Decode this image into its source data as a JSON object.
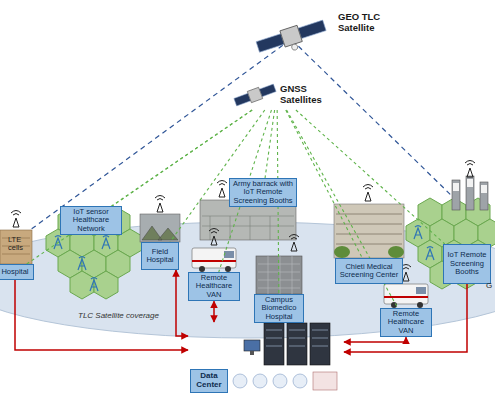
{
  "diagram": {
    "nodes": [
      {
        "text": [
          "GEO TLC Satellite"
        ]
      },
      {
        "text": [
          "GNSS Satellites"
        ]
      },
      {
        "text": [
          "Hospital"
        ]
      },
      {
        "text": [
          "IoT sensor Healthcare Network"
        ]
      },
      {
        "text": [
          "Field Hospital"
        ]
      },
      {
        "text": [
          "Army barrack with IoT Remote Screening Booths"
        ]
      },
      {
        "text": [
          "Campus Biomedico Hospital"
        ]
      },
      {
        "text": [
          "Remote Healthcare VAN"
        ]
      },
      {
        "text": [
          "Chieti Medical Screening Center"
        ]
      },
      {
        "text": [
          "IoT Remote Screening Booths"
        ]
      },
      {
        "text": [
          "Remote Healthcare VAN"
        ]
      },
      {
        "text": [
          "Data Center"
        ]
      }
    ],
    "edges": [
      {
        "from": 1,
        "to": 2,
        "arrow": "none"
      },
      {
        "from": 1,
        "to": 3,
        "arrow": "none"
      },
      {
        "from": 1,
        "to": 4,
        "arrow": "none"
      },
      {
        "from": 1,
        "to": 5,
        "arrow": "none"
      },
      {
        "from": 1,
        "to": 6,
        "arrow": "none"
      },
      {
        "from": 1,
        "to": 7,
        "arrow": "none"
      },
      {
        "from": 1,
        "to": 8,
        "arrow": "none"
      },
      {
        "from": 1,
        "to": 9,
        "arrow": "none"
      },
      {
        "from": 1,
        "to": 10,
        "arrow": "none"
      },
      {
        "from": 2,
        "to": 11,
        "arrow": "to"
      },
      {
        "from": 4,
        "to": 11,
        "arrow": "both"
      },
      {
        "from": 7,
        "to": 11,
        "arrow": "both"
      },
      {
        "from": 10,
        "to": 11,
        "arrow": "both"
      },
      {
        "from": 9,
        "to": 11,
        "arrow": "to"
      }
    ],
    "labels": [
      "LTE cells",
      "TLC Satellite coverage",
      "G"
    ]
  }
}
